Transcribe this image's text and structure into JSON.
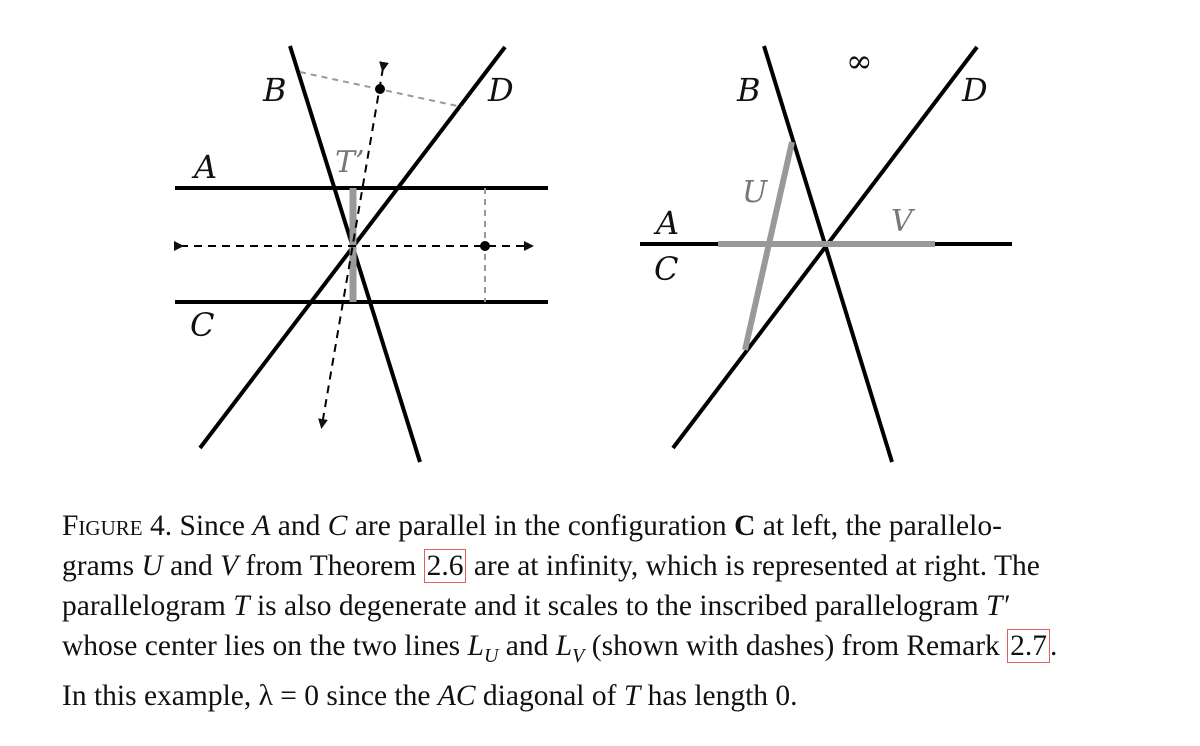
{
  "left_panel": {
    "labels": {
      "A": "A",
      "B": "B",
      "C": "C",
      "D": "D",
      "T_prime": "T’"
    }
  },
  "right_panel": {
    "labels": {
      "A": "A",
      "B": "B",
      "C": "C",
      "D": "D",
      "U": "U",
      "V": "V",
      "infinity": "∞"
    }
  },
  "caption": {
    "figure_label": "Figure 4.",
    "line1": {
      "t1": " Since ",
      "A": "A",
      "t2": " and ",
      "C": "C",
      "t3": " are parallel in the configuration ",
      "Cbold": "C",
      "t4": " at left, the parallelo-"
    },
    "line2": {
      "t1": "grams ",
      "U": "U",
      "t2": " and ",
      "V": "V",
      "t3": " from Theorem ",
      "ref": "2.6",
      "t4": " are at infinity, which is represented at right. The"
    },
    "line3": {
      "t1": "parallelogram ",
      "T": "T",
      "t2": " is also degenerate and it scales to the inscribed parallelogram ",
      "Tp": "T′"
    },
    "line4": {
      "t1": "whose center lies on the two lines ",
      "L1": "L",
      "sub1": "U",
      "t2": " and ",
      "L2": "L",
      "sub2": "V",
      "t3": " (shown with dashes) from Remark ",
      "ref": "2.7",
      "t4": "."
    },
    "line5": {
      "t1": "In this example, λ = 0 since the ",
      "AC": "AC",
      "t2": " diagonal of ",
      "T": "T",
      "t3": " has length 0."
    }
  }
}
